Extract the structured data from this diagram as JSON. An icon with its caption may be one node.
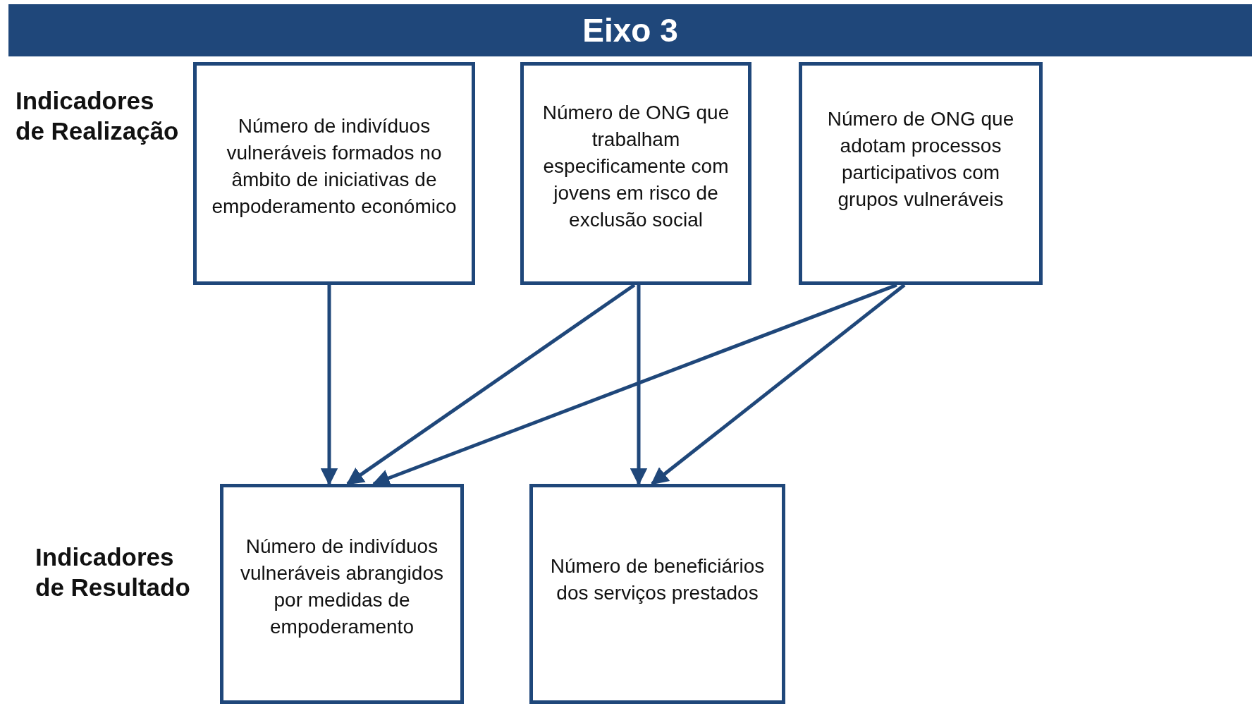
{
  "diagram": {
    "title": "Eixo 3",
    "nodes": [
      {
        "text": [
          "Número de indivíduos vulneráveis formados no âmbito de iniciativas de empoderamento económico"
        ]
      },
      {
        "text": [
          "Número de ONG que trabalham especificamente com jovens em risco de exclusão social"
        ]
      },
      {
        "text": [
          "Número de ONG que adotam processos participativos com grupos vulneráveis"
        ]
      },
      {
        "text": [
          "Número de indivíduos vulneráveis abrangidos por medidas de empoderamento"
        ]
      },
      {
        "text": [
          "Número de beneficiários dos serviços prestados"
        ]
      }
    ],
    "edges": [
      {
        "from": 0,
        "to": 3,
        "arrow": "to"
      },
      {
        "from": 1,
        "to": 3,
        "arrow": "to"
      },
      {
        "from": 2,
        "to": 3,
        "arrow": "to"
      },
      {
        "from": 1,
        "to": 4,
        "arrow": "to"
      },
      {
        "from": 2,
        "to": 4,
        "arrow": "to"
      }
    ],
    "labels": [
      "Indicadores de Realização",
      "Indicadores de Resultado"
    ]
  }
}
